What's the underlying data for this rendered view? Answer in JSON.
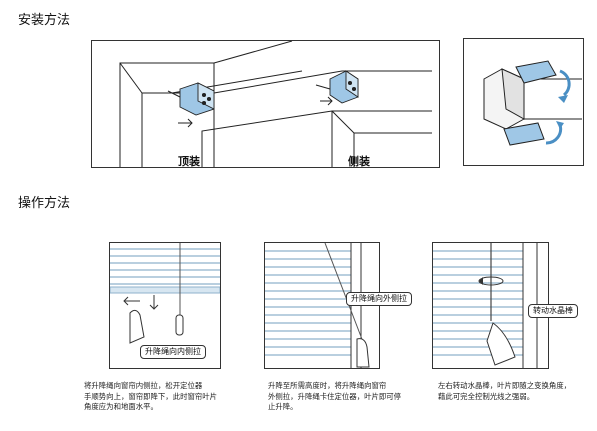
{
  "sections": {
    "install": {
      "title": "安装方法"
    },
    "operate": {
      "title": "操作方法"
    }
  },
  "install": {
    "top_mount_label": "顶装",
    "side_mount_label": "侧装"
  },
  "operate": {
    "panel1": {
      "callout": "升降绳向内侧拉",
      "description": [
        "将升降绳向窗帘内侧拉，松开定位器",
        "手顺势向上，窗帘即降下，此时窗帘叶片",
        "角度应为和地面水平。"
      ]
    },
    "panel2": {
      "callout": "升降绳向外侧拉",
      "description": [
        "升降至所需高度时，将升降绳向窗帘",
        "外侧拉，升降绳卡住定位器，叶片即可停",
        "止升降。"
      ]
    },
    "panel3": {
      "callout": "转动水晶棒",
      "description": [
        "左右转动水晶棒，叶片即随之变换角度，",
        "藉此可完全控制光线之强弱。"
      ]
    }
  }
}
